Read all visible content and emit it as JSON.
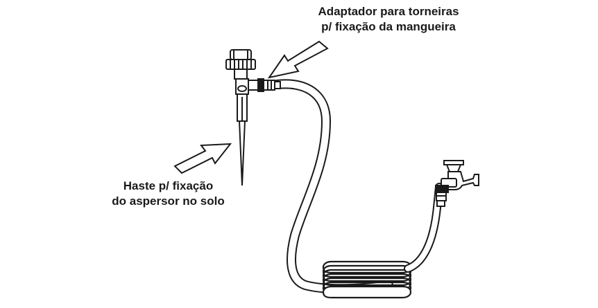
{
  "labels": {
    "adapter": {
      "line1": "Adaptador para torneiras",
      "line2": "p/ fixação da mangueira"
    },
    "stake": {
      "line1": "Haste p/ fixação",
      "line2": "do aspersor no solo"
    }
  },
  "colors": {
    "stroke": "#1a1a1a",
    "fill": "#ffffff"
  },
  "icons": [
    "sprinkler-icon",
    "hose-icon",
    "faucet-icon",
    "arrow-icon"
  ]
}
